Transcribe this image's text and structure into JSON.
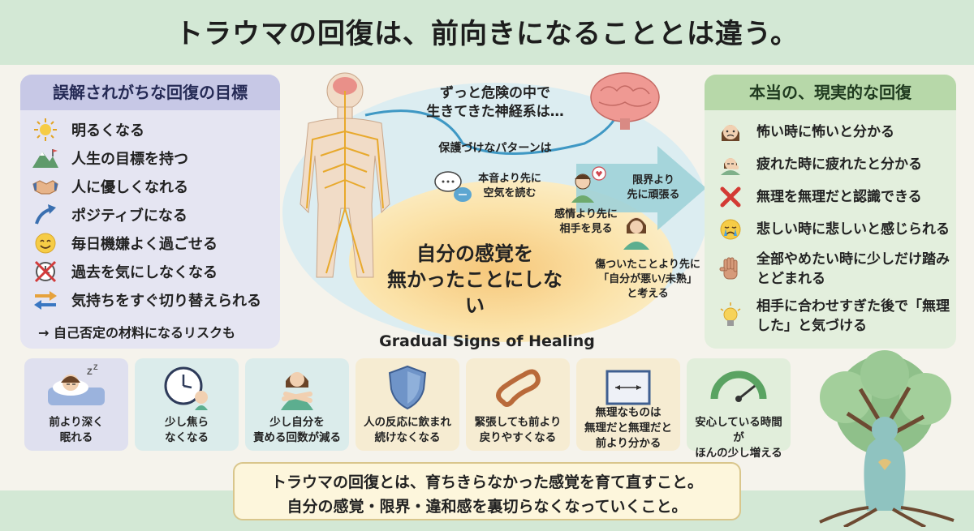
{
  "title": "トラウマの回復は、前向きになることとは違う。",
  "misconceptions": {
    "heading": "誤解されがちな回復の目標",
    "items": [
      {
        "label": "明るくなる",
        "icon": "sun-icon"
      },
      {
        "label": "人生の目標を持つ",
        "icon": "mountain-icon"
      },
      {
        "label": "人に優しくなれる",
        "icon": "handshake-icon"
      },
      {
        "label": "ポジティブになる",
        "icon": "up-arrow-icon"
      },
      {
        "label": "毎日機嫌よく過ごせる",
        "icon": "smiley-icon"
      },
      {
        "label": "過去を気にしなくなる",
        "icon": "crossed-clock-icon"
      },
      {
        "label": "気持ちをすぐ切り替えられる",
        "icon": "switch-arrows-icon"
      }
    ],
    "note": "→ 自己否定の材料になるリスクも"
  },
  "realistic": {
    "heading": "本当の、現実的な回復",
    "items": [
      {
        "label": "怖い時に怖いと分かる",
        "icon": "worried-face-icon"
      },
      {
        "label": "疲れた時に疲れたと分かる",
        "icon": "tired-person-icon"
      },
      {
        "label": "無理を無理だと認識できる",
        "icon": "red-x-icon"
      },
      {
        "label": "悲しい時に悲しいと感じられる",
        "icon": "crying-face-icon"
      },
      {
        "label": "全部やめたい時に少しだけ踏みとどまれる",
        "icon": "stop-hand-icon"
      },
      {
        "label": "相手に合わせすぎた後で「無理した」と気づける",
        "icon": "lightbulb-icon"
      }
    ]
  },
  "nervous_system": {
    "line1": "ずっと危険の中で",
    "line2": "生きてきた神経系は…",
    "protective": "保護づけなパターンは",
    "air": {
      "line1": "本音より先に",
      "line2": "空気を読む"
    },
    "others": {
      "line1": "感情より先に",
      "line2": "相手を見る"
    },
    "limit": {
      "line1": "限界より",
      "line2": "先に頑張る"
    },
    "self_blame": {
      "line1": "傷ついたことより先に",
      "line2": "「自分が悪い/未熟」",
      "line3": "と考える"
    },
    "core": {
      "line1": "自分の感覚を",
      "line2": "無かったことにしない"
    }
  },
  "healing": {
    "heading": "Gradual Signs of Healing",
    "cards": [
      {
        "line1": "前より深く",
        "line2": "眠れる",
        "icon": "sleeping-person-icon",
        "color": "#dfe0ef"
      },
      {
        "line1": "少し焦ら",
        "line2": "なくなる",
        "icon": "clock-icon",
        "color": "#dbeceb"
      },
      {
        "line1": "少し自分を",
        "line2": "責める回数が減る",
        "icon": "self-hug-icon",
        "color": "#dbeceb"
      },
      {
        "line1": "人の反応に飲まれ",
        "line2": "続けなくなる",
        "icon": "shield-icon",
        "color": "#f6ecd2"
      },
      {
        "line1": "緊張しても前より",
        "line2": "戻りやすくなる",
        "icon": "rubber-band-icon",
        "color": "#f6ecd2"
      },
      {
        "line1": "無理なものは",
        "line2": "無理だと無理だと",
        "line3": "前より分かる",
        "icon": "boundary-icon",
        "color": "#f6ecd2"
      },
      {
        "line1": "安心している時間が",
        "line2": "ほんの少し増える",
        "icon": "gauge-icon",
        "color": "#e1eedb"
      }
    ]
  },
  "message": {
    "line1": "トラウマの回復とは、育ちきらなかった感覚を育て直すこと。",
    "line2": "自分の感覚・限界・違和感を裏切らなくなっていくこと。"
  }
}
